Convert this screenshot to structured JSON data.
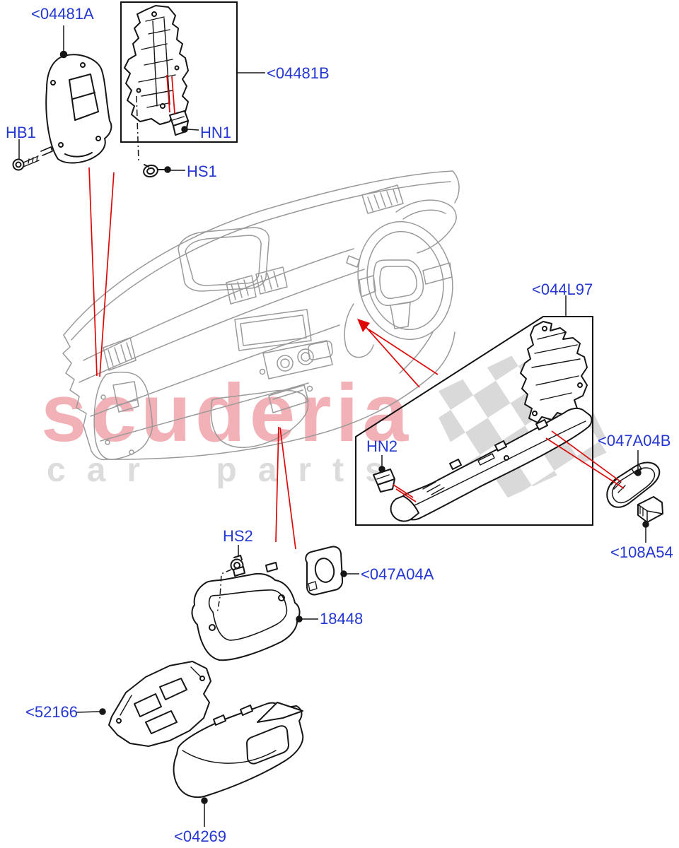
{
  "watermark": {
    "brand": "scuderia",
    "sub": "car parts"
  },
  "colors": {
    "label_blue": "#2437d3",
    "leader_red": "#dd0808",
    "part_line_dark": "#161616",
    "dashboard_gray": "#9a9a9a",
    "watermark_pink": "#f2b1b6",
    "watermark_gray": "#dcdcdc"
  },
  "labels": {
    "l04481A": {
      "text": "<04481A"
    },
    "l04481B": {
      "text": "<04481B"
    },
    "hb1": {
      "text": "HB1"
    },
    "hn1": {
      "text": "HN1"
    },
    "hs1": {
      "text": "HS1"
    },
    "l044L97": {
      "text": "<044L97"
    },
    "hn2": {
      "text": "HN2"
    },
    "l047A04B": {
      "text": "<047A04B"
    },
    "l108A54": {
      "text": "<108A54"
    },
    "hs2": {
      "text": "HS2"
    },
    "l047A04A": {
      "text": "<047A04A"
    },
    "l18448": {
      "text": "18448"
    },
    "l52166": {
      "text": "<52166"
    },
    "l04269": {
      "text": "<04269"
    }
  }
}
